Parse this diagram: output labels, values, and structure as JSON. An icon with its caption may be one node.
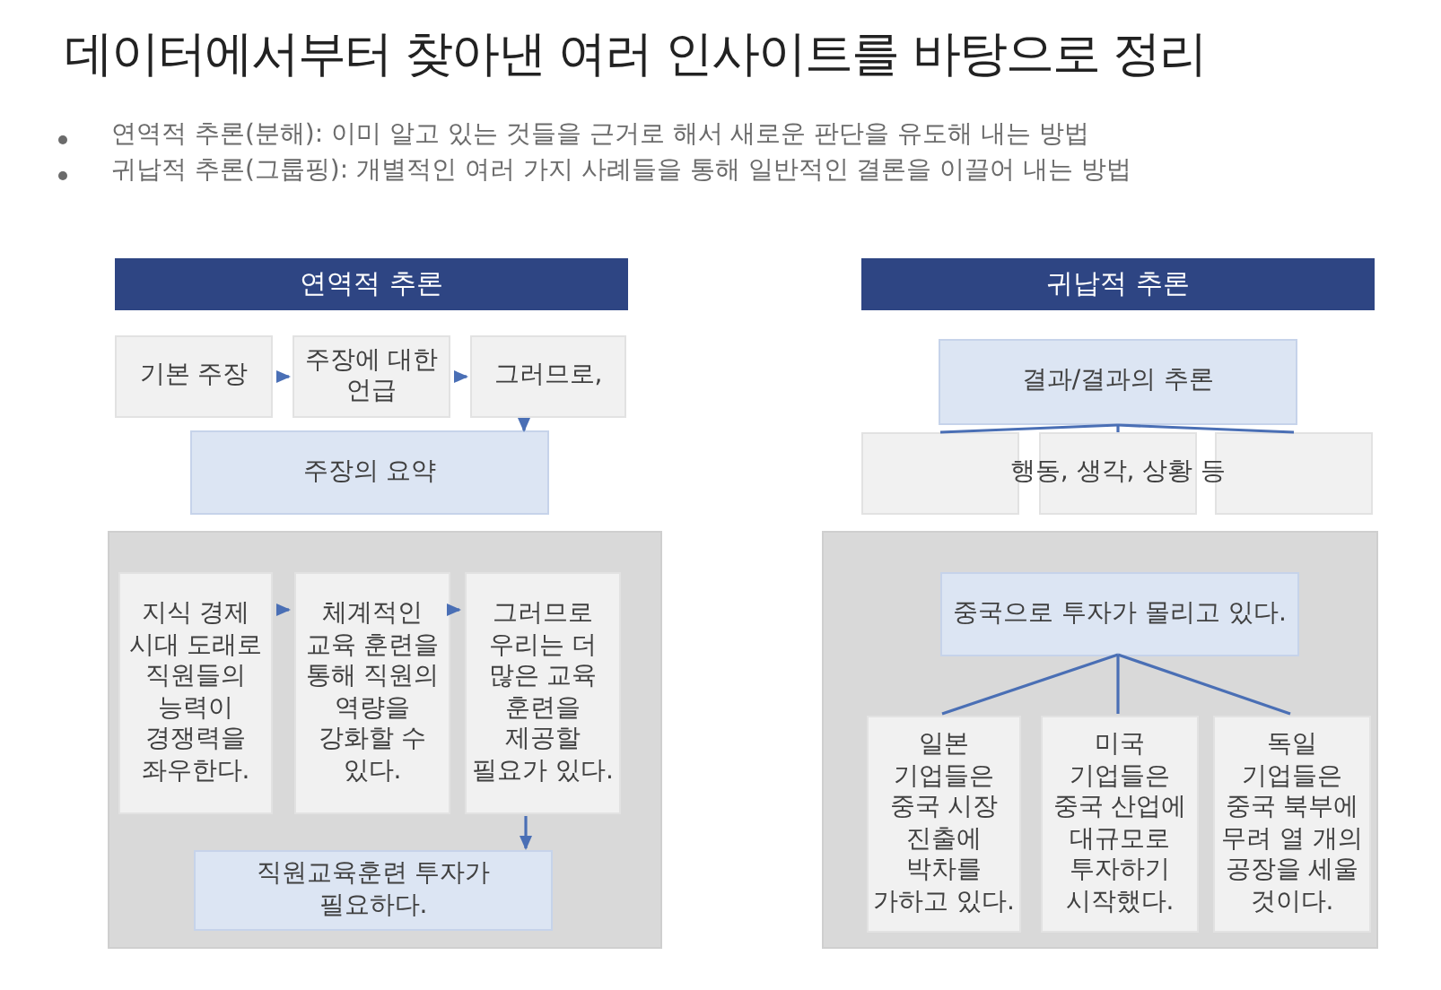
{
  "diagram": {
    "title": "데이터에서부터 찾아낸 여러 인사이트를 바탕으로 정리",
    "nodes": [
      {
        "text": [
          "연역적 추론"
        ]
      },
      {
        "text": [
          "기본 주장"
        ]
      },
      {
        "text": [
          "주장에 대한 언급"
        ]
      },
      {
        "text": [
          "그러므로,"
        ]
      },
      {
        "text": [
          "주장의 요약"
        ]
      },
      {
        "text": [],
        "shape": "box"
      },
      {
        "text": [
          "지식 경제 시대 도래로 직원들의 능력이 경쟁력을 좌우한다."
        ],
        "in": 5
      },
      {
        "text": [
          "체계적인 교육 훈련을 통해 직원의 역량을 강화할 수 있다."
        ],
        "in": 5
      },
      {
        "text": [
          "그러므로 우리는 더 많은 교육 훈련을 제공할 필요가 있다."
        ],
        "in": 5
      },
      {
        "text": [
          "직원교육훈련 투자가 필요하다."
        ],
        "in": 5
      },
      {
        "text": [
          "귀납적 추론"
        ]
      },
      {
        "text": [
          "결과/결과의 추론"
        ]
      },
      {
        "text": [],
        "shape": "box"
      },
      {
        "text": [
          "행동, 생각, 상황 등"
        ]
      },
      {
        "text": [],
        "shape": "box"
      },
      {
        "text": [],
        "shape": "box"
      },
      {
        "text": [
          "중국으로 투자가 몰리고 있다."
        ],
        "in": 15
      },
      {
        "text": [
          "일본 기업들은 중국 시장 진출에 박차를 가하고 있다."
        ],
        "in": 15
      },
      {
        "text": [
          "미국 기업들은 중국 산업에 대규모로 투자하기 시작했다."
        ],
        "in": 15
      },
      {
        "text": [
          "독일 기업들은 중국 북부에 무려 열 개의 공장을 세울 것이다."
        ],
        "in": 15
      }
    ],
    "edges": [
      {
        "from": 1,
        "to": 2,
        "arrow": "to"
      },
      {
        "from": 2,
        "to": 3,
        "arrow": "to"
      },
      {
        "from": 3,
        "to": 4,
        "arrow": "to"
      },
      {
        "from": 6,
        "to": 7,
        "arrow": "to"
      },
      {
        "from": 7,
        "to": 8,
        "arrow": "to"
      },
      {
        "from": 8,
        "to": 9,
        "arrow": "to"
      },
      {
        "from": 11,
        "to": 12,
        "arrow": "none"
      },
      {
        "from": 11,
        "to": 13,
        "arrow": "none"
      },
      {
        "from": 11,
        "to": 14,
        "arrow": "none"
      },
      {
        "from": 16,
        "to": 17,
        "arrow": "none"
      },
      {
        "from": 16,
        "to": 18,
        "arrow": "none"
      },
      {
        "from": 16,
        "to": 19,
        "arrow": "none"
      }
    ],
    "labels": [
      "연역적 추론(분해): 이미 알고 있는 것들을 근거로 해서 새로운 판단을 유도해 내는 방법",
      "귀납적 추론(그룹핑): 개별적인 여러 가지 사례들을 통해 일반적인 결론을 이끌어 내는 방법"
    ]
  }
}
